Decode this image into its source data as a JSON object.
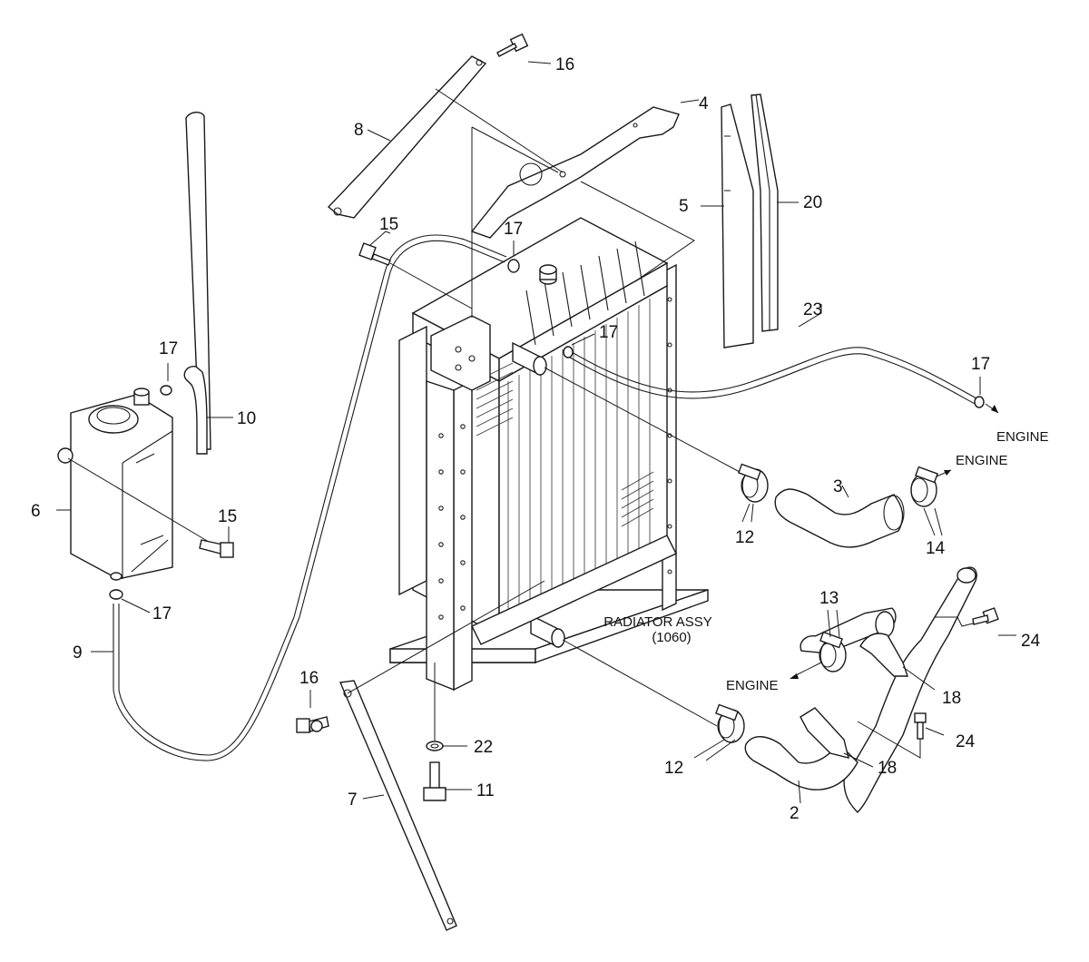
{
  "diagram": {
    "labels": {
      "radiator_assy": "RADIATOR ASSY",
      "radiator_code": "(1060)",
      "engine_top_right": "ENGINE",
      "engine_mid_right": "ENGINE",
      "engine_bottom": "ENGINE"
    },
    "callouts": [
      {
        "id": "c2",
        "text": "2"
      },
      {
        "id": "c3",
        "text": "3"
      },
      {
        "id": "c4",
        "text": "4"
      },
      {
        "id": "c5",
        "text": "5"
      },
      {
        "id": "c6",
        "text": "6"
      },
      {
        "id": "c7",
        "text": "7"
      },
      {
        "id": "c8",
        "text": "8"
      },
      {
        "id": "c9",
        "text": "9"
      },
      {
        "id": "c10",
        "text": "10"
      },
      {
        "id": "c11",
        "text": "11"
      },
      {
        "id": "c12a",
        "text": "12"
      },
      {
        "id": "c12b",
        "text": "12"
      },
      {
        "id": "c13",
        "text": "13"
      },
      {
        "id": "c14",
        "text": "14"
      },
      {
        "id": "c15a",
        "text": "15"
      },
      {
        "id": "c15b",
        "text": "15"
      },
      {
        "id": "c16a",
        "text": "16"
      },
      {
        "id": "c16b",
        "text": "16"
      },
      {
        "id": "c17a",
        "text": "17"
      },
      {
        "id": "c17b",
        "text": "17"
      },
      {
        "id": "c17c",
        "text": "17"
      },
      {
        "id": "c17d",
        "text": "17"
      },
      {
        "id": "c17e",
        "text": "17"
      },
      {
        "id": "c18a",
        "text": "18"
      },
      {
        "id": "c18b",
        "text": "18"
      },
      {
        "id": "c20",
        "text": "20"
      },
      {
        "id": "c22",
        "text": "22"
      },
      {
        "id": "c23",
        "text": "23"
      },
      {
        "id": "c24a",
        "text": "24"
      },
      {
        "id": "c24b",
        "text": "24"
      }
    ]
  }
}
